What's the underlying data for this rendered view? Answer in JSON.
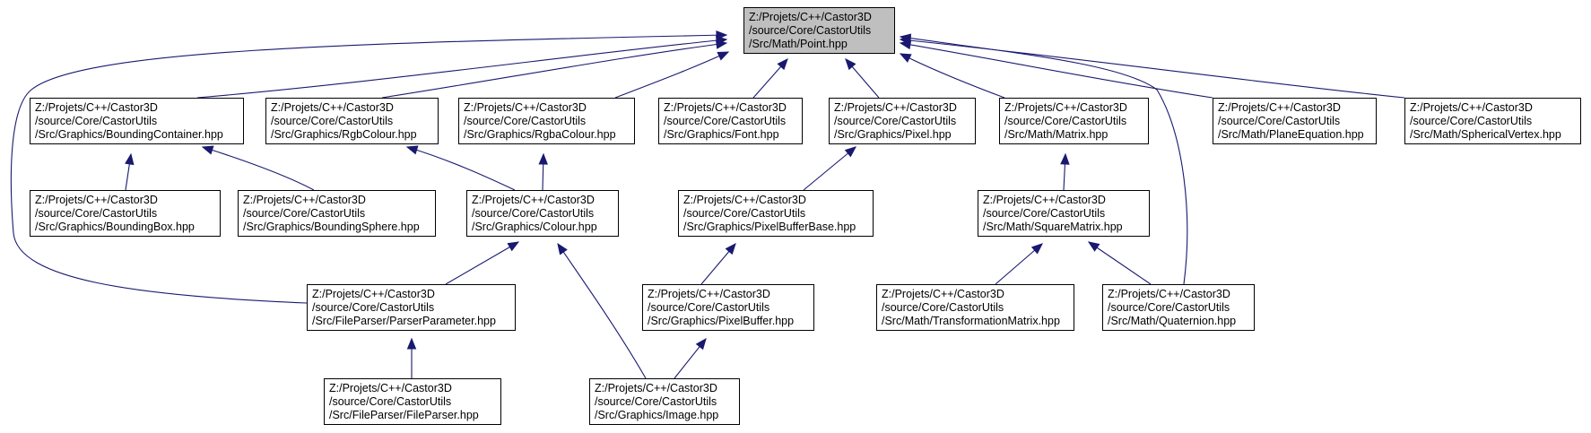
{
  "graph": {
    "title": "",
    "nodes": [
      {
        "id": "point",
        "lines": [
          "Z:/Projets/C++/Castor3D",
          "/source/Core/CastorUtils",
          "/Src/Math/Point.hpp"
        ],
        "highlight": true
      },
      {
        "id": "boundingcontainer",
        "lines": [
          "Z:/Projets/C++/Castor3D",
          "/source/Core/CastorUtils",
          "/Src/Graphics/BoundingContainer.hpp"
        ]
      },
      {
        "id": "rgbcolour",
        "lines": [
          "Z:/Projets/C++/Castor3D",
          "/source/Core/CastorUtils",
          "/Src/Graphics/RgbColour.hpp"
        ]
      },
      {
        "id": "rgbacolour",
        "lines": [
          "Z:/Projets/C++/Castor3D",
          "/source/Core/CastorUtils",
          "/Src/Graphics/RgbaColour.hpp"
        ]
      },
      {
        "id": "font",
        "lines": [
          "Z:/Projets/C++/Castor3D",
          "/source/Core/CastorUtils",
          "/Src/Graphics/Font.hpp"
        ]
      },
      {
        "id": "pixel",
        "lines": [
          "Z:/Projets/C++/Castor3D",
          "/source/Core/CastorUtils",
          "/Src/Graphics/Pixel.hpp"
        ]
      },
      {
        "id": "matrix",
        "lines": [
          "Z:/Projets/C++/Castor3D",
          "/source/Core/CastorUtils",
          "/Src/Math/Matrix.hpp"
        ]
      },
      {
        "id": "planeequation",
        "lines": [
          "Z:/Projets/C++/Castor3D",
          "/source/Core/CastorUtils",
          "/Src/Math/PlaneEquation.hpp"
        ]
      },
      {
        "id": "sphericalvertex",
        "lines": [
          "Z:/Projets/C++/Castor3D",
          "/source/Core/CastorUtils",
          "/Src/Math/SphericalVertex.hpp"
        ]
      },
      {
        "id": "boundingbox",
        "lines": [
          "Z:/Projets/C++/Castor3D",
          "/source/Core/CastorUtils",
          "/Src/Graphics/BoundingBox.hpp"
        ]
      },
      {
        "id": "boundingsphere",
        "lines": [
          "Z:/Projets/C++/Castor3D",
          "/source/Core/CastorUtils",
          "/Src/Graphics/BoundingSphere.hpp"
        ]
      },
      {
        "id": "colour",
        "lines": [
          "Z:/Projets/C++/Castor3D",
          "/source/Core/CastorUtils",
          "/Src/Graphics/Colour.hpp"
        ]
      },
      {
        "id": "pixelbufferbase",
        "lines": [
          "Z:/Projets/C++/Castor3D",
          "/source/Core/CastorUtils",
          "/Src/Graphics/PixelBufferBase.hpp"
        ]
      },
      {
        "id": "squarematrix",
        "lines": [
          "Z:/Projets/C++/Castor3D",
          "/source/Core/CastorUtils",
          "/Src/Math/SquareMatrix.hpp"
        ]
      },
      {
        "id": "parserparameter",
        "lines": [
          "Z:/Projets/C++/Castor3D",
          "/source/Core/CastorUtils",
          "/Src/FileParser/ParserParameter.hpp"
        ]
      },
      {
        "id": "pixelbuffer",
        "lines": [
          "Z:/Projets/C++/Castor3D",
          "/source/Core/CastorUtils",
          "/Src/Graphics/PixelBuffer.hpp"
        ]
      },
      {
        "id": "transformationmatrix",
        "lines": [
          "Z:/Projets/C++/Castor3D",
          "/source/Core/CastorUtils",
          "/Src/Math/TransformationMatrix.hpp"
        ]
      },
      {
        "id": "quaternion",
        "lines": [
          "Z:/Projets/C++/Castor3D",
          "/source/Core/CastorUtils",
          "/Src/Math/Quaternion.hpp"
        ]
      },
      {
        "id": "fileparser",
        "lines": [
          "Z:/Projets/C++/Castor3D",
          "/source/Core/CastorUtils",
          "/Src/FileParser/FileParser.hpp"
        ]
      },
      {
        "id": "image",
        "lines": [
          "Z:/Projets/C++/Castor3D",
          "/source/Core/CastorUtils",
          "/Src/Graphics/Image.hpp"
        ]
      }
    ],
    "edges": [
      {
        "from": "boundingcontainer",
        "to": "point"
      },
      {
        "from": "rgbcolour",
        "to": "point"
      },
      {
        "from": "rgbacolour",
        "to": "point"
      },
      {
        "from": "font",
        "to": "point"
      },
      {
        "from": "pixel",
        "to": "point"
      },
      {
        "from": "matrix",
        "to": "point"
      },
      {
        "from": "planeequation",
        "to": "point"
      },
      {
        "from": "sphericalvertex",
        "to": "point"
      },
      {
        "from": "parserparameter",
        "to": "point"
      },
      {
        "from": "quaternion",
        "to": "point"
      },
      {
        "from": "boundingbox",
        "to": "boundingcontainer"
      },
      {
        "from": "boundingsphere",
        "to": "boundingcontainer"
      },
      {
        "from": "colour",
        "to": "rgbcolour"
      },
      {
        "from": "colour",
        "to": "rgbacolour"
      },
      {
        "from": "pixelbufferbase",
        "to": "pixel"
      },
      {
        "from": "squarematrix",
        "to": "matrix"
      },
      {
        "from": "parserparameter",
        "to": "colour"
      },
      {
        "from": "image",
        "to": "colour"
      },
      {
        "from": "pixelbuffer",
        "to": "pixelbufferbase"
      },
      {
        "from": "image",
        "to": "pixelbuffer"
      },
      {
        "from": "transformationmatrix",
        "to": "squarematrix"
      },
      {
        "from": "quaternion",
        "to": "squarematrix"
      },
      {
        "from": "fileparser",
        "to": "parserparameter"
      }
    ],
    "colors": {
      "edge": "#191970",
      "root_fill": "#bfbfbf",
      "node_fill": "#ffffff",
      "node_border": "#000000"
    }
  }
}
